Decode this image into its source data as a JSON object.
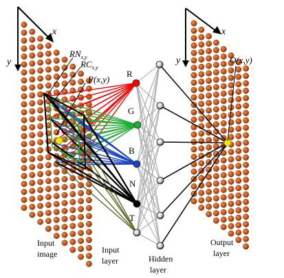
{
  "axes": {
    "input_x": "x",
    "input_y": "y",
    "output_x": "x",
    "output_y": "y"
  },
  "annotations": {
    "rn": "RN",
    "rn_sub": "x,y",
    "rc": "RC",
    "rc_sub": "x,y",
    "p": "P(x,y)",
    "o": "O(x,y)"
  },
  "input_nodes": {
    "r": "R",
    "g": "G",
    "b": "B",
    "n": "N",
    "t": "T"
  },
  "captions": {
    "input_image_1": "Input",
    "input_image_2": "image",
    "input_layer_1": "Input",
    "input_layer_2": "layer",
    "hidden_layer_1": "Hidden",
    "hidden_layer_2": "layer",
    "output_layer_1": "Output",
    "output_layer_2": "layer"
  },
  "colors": {
    "grid_dot": "#c8581c",
    "grid_dot_edge": "#7a3208",
    "highlight": "#f2e600",
    "r_node": "#ff0000",
    "g_node": "#1fae33",
    "b_node": "#1c43c9",
    "n_node": "#000000",
    "t_node": "#5a6b2a",
    "network_line": "#a9a9a9"
  }
}
